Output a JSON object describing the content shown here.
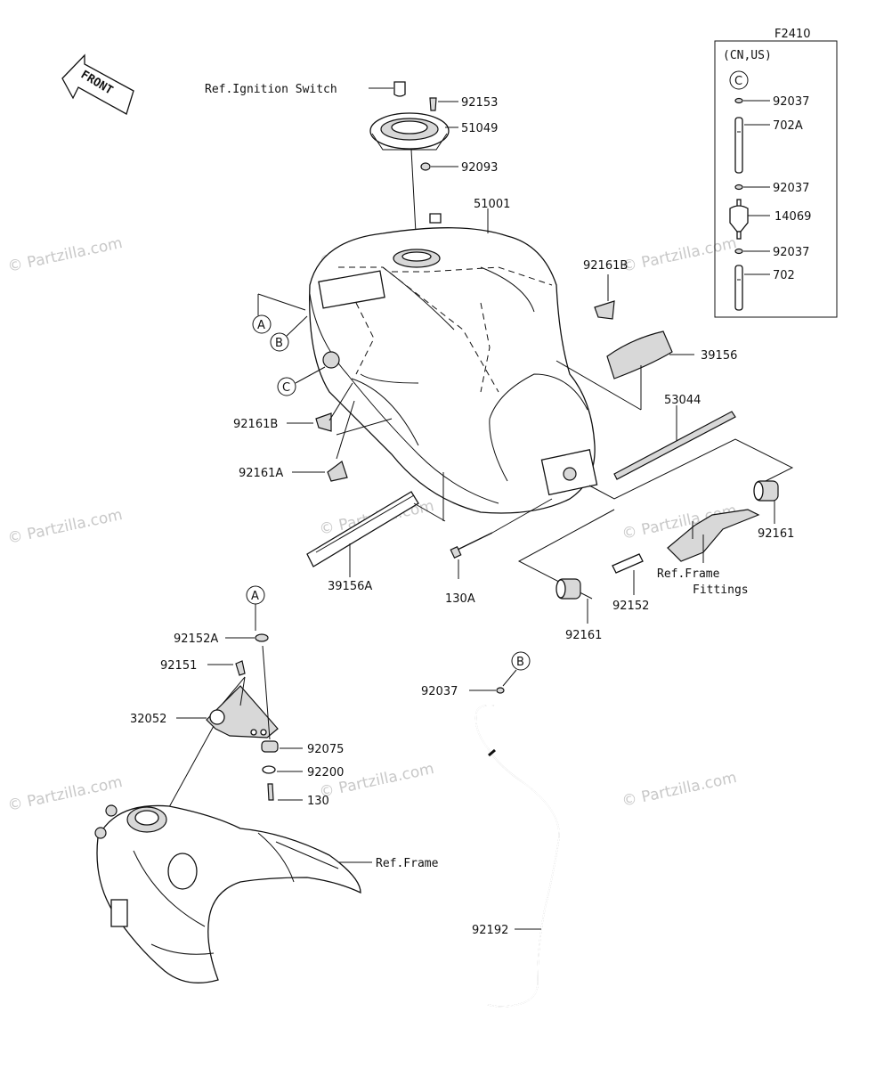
{
  "diagram_code": "F2410",
  "front_label": "FRONT",
  "market_box": {
    "heading": "(CN,US)",
    "circle": "C",
    "parts": [
      "92037",
      "702A",
      "92037",
      "14069",
      "92037",
      "702"
    ]
  },
  "callouts": {
    "ref_ignition": "Ref.Ignition Switch",
    "p92153": "92153",
    "p51049": "51049",
    "p92093": "92093",
    "p51001": "51001",
    "p92161b_top": "92161B",
    "p39156": "39156",
    "p92161b_left": "92161B",
    "p92161a": "92161A",
    "p39156a": "39156A",
    "p130a": "130A",
    "p53044": "53044",
    "p92161_right": "92161",
    "ref_frame_fittings_1": "Ref.Frame",
    "ref_frame_fittings_2": "Fittings",
    "p92152": "92152",
    "p92161_bottom": "92161",
    "p92152a": "92152A",
    "p92151": "92151",
    "p32052": "32052",
    "p92075": "92075",
    "p92200": "92200",
    "p130": "130",
    "ref_frame": "Ref.Frame",
    "p92037": "92037",
    "p92192": "92192"
  },
  "circle_refs": {
    "a_top": "A",
    "b_top": "B",
    "c_top": "C",
    "a_bottom": "A",
    "b_bottom": "B"
  },
  "watermarks": [
    "© Partzilla.com",
    "© Partzilla.com",
    "© Partzilla.com",
    "© Partzilla.com",
    "© Partzilla.com",
    "© Partzilla.com",
    "© Partzilla.com",
    "© Partzilla.com",
    "© Partzilla.com"
  ]
}
